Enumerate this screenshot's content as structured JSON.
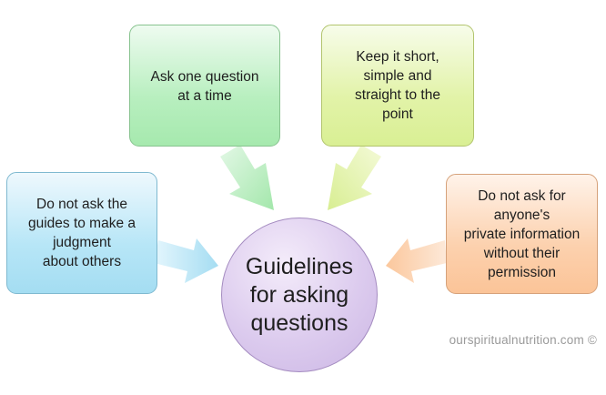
{
  "diagram": {
    "center": {
      "label": "Guidelines\nfor asking\nquestions"
    },
    "boxes": {
      "left": {
        "text": "Do not ask the\nguides to make a\njudgment\nabout others"
      },
      "top_left": {
        "text": "Ask one question\nat a time"
      },
      "top_right": {
        "text": "Keep it short,\nsimple and\nstraight to the\npoint"
      },
      "right": {
        "text": "Do not ask for\nanyone's\nprivate information\nwithout their\npermission"
      }
    },
    "watermark": "ourspiritualnutrition.com ©",
    "colors": {
      "left_box": "#b7e6f7",
      "top_left_box": "#b8efbf",
      "top_right_box": "#e2f3a8",
      "right_box": "#fcd1ae",
      "center_circle": "#dccbee"
    }
  }
}
